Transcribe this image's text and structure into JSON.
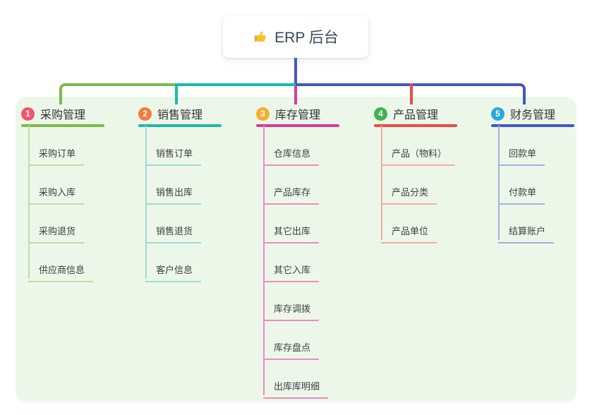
{
  "root": {
    "title": "ERP 后台",
    "icon": "thumbs-up-icon"
  },
  "canvas": {
    "background": "#ffffff",
    "panel_background": "#ecf7ea"
  },
  "connector": {
    "stem_color": "#4456c7"
  },
  "branches": [
    {
      "number": "1",
      "label": "采购管理",
      "badge_color": "#f2566c",
      "line_color": "#7cba4a",
      "child_line_color": "#bedda0",
      "children": [
        "采购订单",
        "采购入库",
        "采购退货",
        "供应商信息"
      ]
    },
    {
      "number": "2",
      "label": "销售管理",
      "badge_color": "#f57a3c",
      "line_color": "#1db9a9",
      "child_line_color": "#9edcd4",
      "children": [
        "销售订单",
        "销售出库",
        "销售退货",
        "客户信息"
      ]
    },
    {
      "number": "3",
      "label": "库存管理",
      "badge_color": "#f9ad2a",
      "line_color": "#d93a97",
      "child_line_color": "#ee8dbf",
      "children": [
        "仓库信息",
        "产品库存",
        "其它出库",
        "其它入库",
        "库存调拨",
        "库存盘点",
        "出库库明细"
      ]
    },
    {
      "number": "4",
      "label": "产品管理",
      "badge_color": "#3db54e",
      "line_color": "#ef4a45",
      "child_line_color": "#f6aba4",
      "children": [
        "产品（物料）",
        "产品分类",
        "产品单位"
      ]
    },
    {
      "number": "5",
      "label": "财务管理",
      "badge_color": "#2aa7dd",
      "line_color": "#4456c7",
      "child_line_color": "#a0b2e0",
      "children": [
        "回款单",
        "付款单",
        "结算账户"
      ]
    }
  ]
}
